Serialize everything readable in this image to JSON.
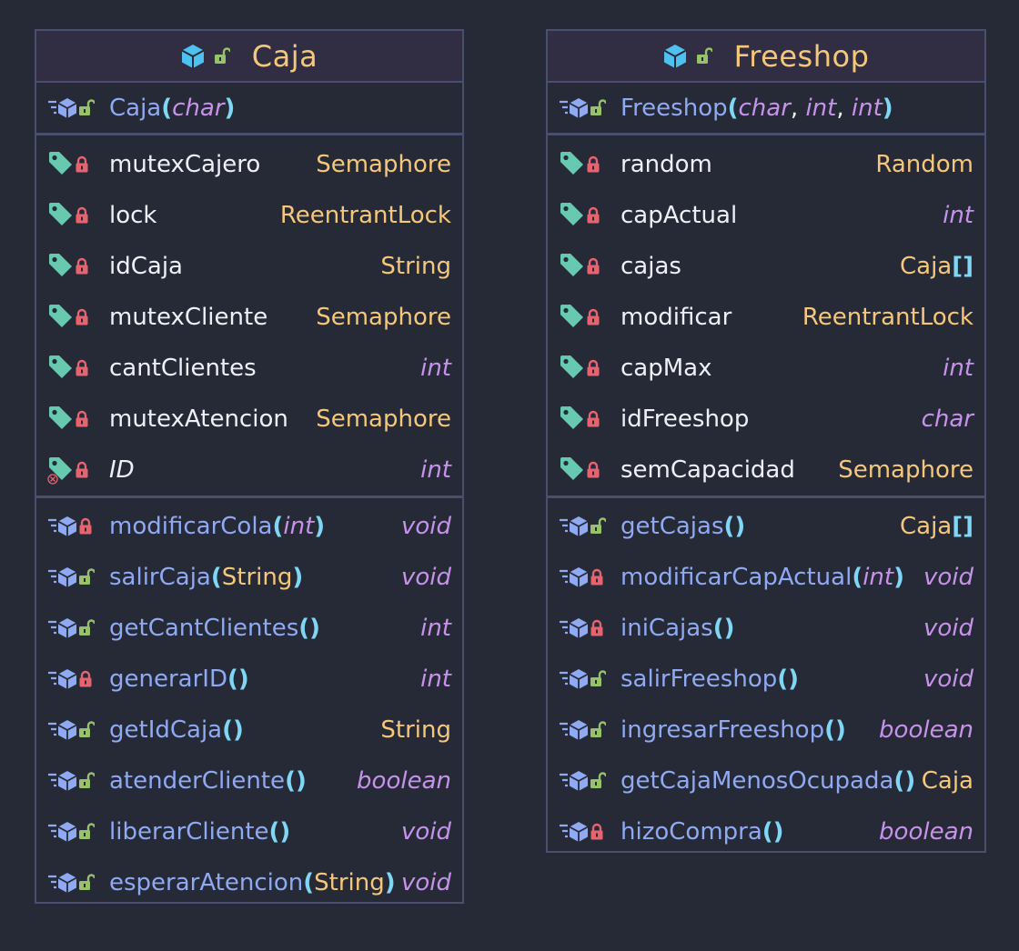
{
  "colors": {
    "background": "#262a37",
    "border": "#4a4f6e",
    "header_bg": "#312e44",
    "class_name": "#f5c77a",
    "field_name": "#eef0f6",
    "method_name": "#8fa9f2",
    "object_type": "#f5c77a",
    "primitive_type": "#c792ea",
    "paren": "#7fd7f5",
    "public_lock": "#97c26b",
    "private_lock": "#e5646f",
    "field_tag": "#66c9b0",
    "class_icon": "#4fc1f0"
  },
  "classes": [
    {
      "name": "Caja",
      "constructor": {
        "name": "Caja",
        "visibility": "public",
        "params": [
          {
            "type": "char",
            "kind": "prim"
          }
        ]
      },
      "fields": [
        {
          "name": "mutexCajero",
          "type": "Semaphore",
          "kind": "obj",
          "visibility": "private",
          "icon": "field-tag-icon"
        },
        {
          "name": "lock",
          "type": "ReentrantLock",
          "kind": "obj",
          "visibility": "private",
          "icon": "field-tag-icon"
        },
        {
          "name": "idCaja",
          "type": "String",
          "kind": "obj",
          "visibility": "private",
          "icon": "field-tag-icon"
        },
        {
          "name": "mutexCliente",
          "type": "Semaphore",
          "kind": "obj",
          "visibility": "private",
          "icon": "field-tag-icon"
        },
        {
          "name": "cantClientes",
          "type": "int",
          "kind": "prim",
          "visibility": "private",
          "icon": "field-tag-icon"
        },
        {
          "name": "mutexAtencion",
          "type": "Semaphore",
          "kind": "obj",
          "visibility": "private",
          "icon": "field-tag-icon"
        },
        {
          "name": "ID",
          "type": "int",
          "kind": "prim",
          "visibility": "private",
          "icon": "static-field-tag-icon",
          "italic": true
        }
      ],
      "methods": [
        {
          "name": "modificarCola",
          "params": [
            {
              "type": "int",
              "kind": "prim"
            }
          ],
          "returns": "void",
          "kind": "prim",
          "visibility": "private"
        },
        {
          "name": "salirCaja",
          "params": [
            {
              "type": "String",
              "kind": "obj"
            }
          ],
          "returns": "void",
          "kind": "prim",
          "visibility": "public"
        },
        {
          "name": "getCantClientes",
          "params": [],
          "returns": "int",
          "kind": "prim",
          "visibility": "public"
        },
        {
          "name": "generarID",
          "params": [],
          "returns": "int",
          "kind": "prim",
          "visibility": "private"
        },
        {
          "name": "getIdCaja",
          "params": [],
          "returns": "String",
          "kind": "obj",
          "visibility": "public"
        },
        {
          "name": "atenderCliente",
          "params": [],
          "returns": "boolean",
          "kind": "prim",
          "visibility": "public"
        },
        {
          "name": "liberarCliente",
          "params": [],
          "returns": "void",
          "kind": "prim",
          "visibility": "public"
        },
        {
          "name": "esperarAtencion",
          "params": [
            {
              "type": "String",
              "kind": "obj"
            }
          ],
          "returns": "void",
          "kind": "prim",
          "visibility": "public"
        }
      ]
    },
    {
      "name": "Freeshop",
      "constructor": {
        "name": "Freeshop",
        "visibility": "public",
        "params": [
          {
            "type": "char",
            "kind": "prim"
          },
          {
            "type": "int",
            "kind": "prim"
          },
          {
            "type": "int",
            "kind": "prim"
          }
        ]
      },
      "fields": [
        {
          "name": "random",
          "type": "Random",
          "kind": "obj",
          "visibility": "private",
          "icon": "field-tag-icon"
        },
        {
          "name": "capActual",
          "type": "int",
          "kind": "prim",
          "visibility": "private",
          "icon": "field-tag-icon"
        },
        {
          "name": "cajas",
          "type": "Caja",
          "array": true,
          "kind": "obj",
          "visibility": "private",
          "icon": "field-tag-icon"
        },
        {
          "name": "modificar",
          "type": "ReentrantLock",
          "kind": "obj",
          "visibility": "private",
          "icon": "field-tag-icon"
        },
        {
          "name": "capMax",
          "type": "int",
          "kind": "prim",
          "visibility": "private",
          "icon": "field-tag-icon"
        },
        {
          "name": "idFreeshop",
          "type": "char",
          "kind": "prim",
          "visibility": "private",
          "icon": "field-tag-icon"
        },
        {
          "name": "semCapacidad",
          "type": "Semaphore",
          "kind": "obj",
          "visibility": "private",
          "icon": "field-tag-icon"
        }
      ],
      "methods": [
        {
          "name": "getCajas",
          "params": [],
          "returns": "Caja",
          "array": true,
          "kind": "obj",
          "visibility": "public"
        },
        {
          "name": "modificarCapActual",
          "params": [
            {
              "type": "int",
              "kind": "prim"
            }
          ],
          "returns": "void",
          "kind": "prim",
          "visibility": "private"
        },
        {
          "name": "iniCajas",
          "params": [],
          "returns": "void",
          "kind": "prim",
          "visibility": "private"
        },
        {
          "name": "salirFreeshop",
          "params": [],
          "returns": "void",
          "kind": "prim",
          "visibility": "public"
        },
        {
          "name": "ingresarFreeshop",
          "params": [],
          "returns": "boolean",
          "kind": "prim",
          "visibility": "public"
        },
        {
          "name": "getCajaMenosOcupada",
          "params": [],
          "returns": "Caja",
          "kind": "obj",
          "visibility": "public"
        },
        {
          "name": "hizoCompra",
          "params": [],
          "returns": "boolean",
          "kind": "prim",
          "visibility": "private"
        }
      ]
    }
  ]
}
